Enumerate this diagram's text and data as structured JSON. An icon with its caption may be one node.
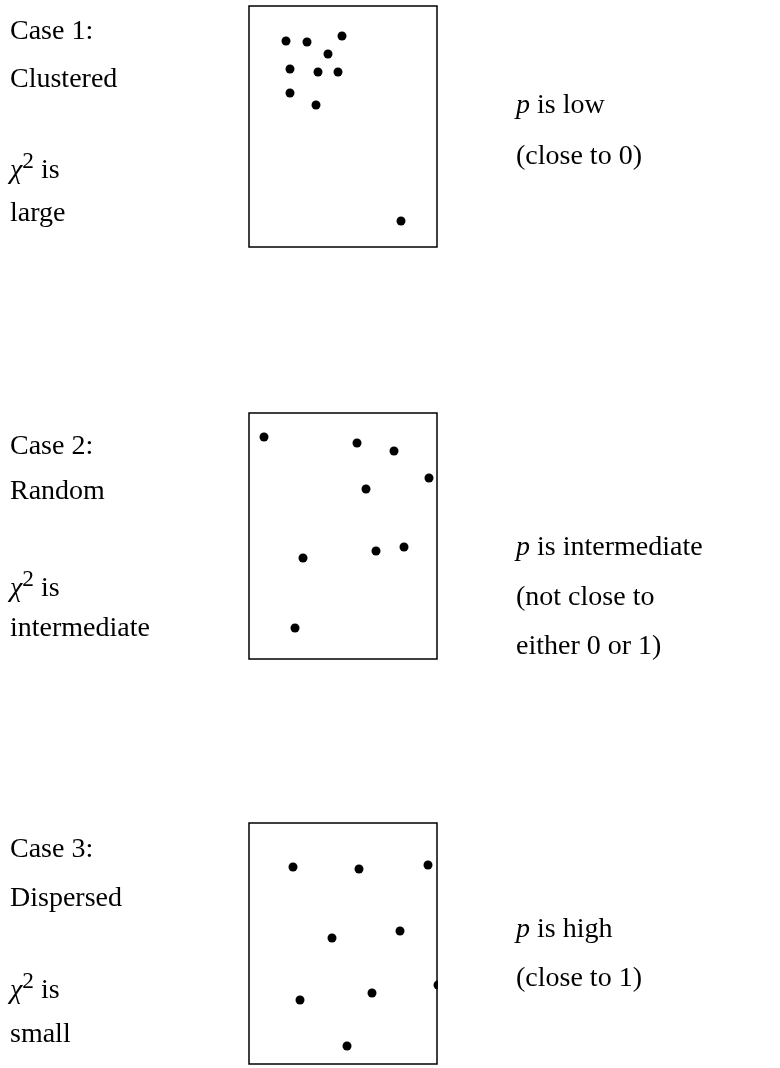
{
  "diagram": {
    "labels": [
      "Case 1:",
      "Clustered",
      "*p* is low",
      "(close to 0)",
      "*χ*$^{2}$ is",
      "large",
      "Case 2:",
      "Random",
      "*p* is intermediate",
      "*χ*$^{2}$ is",
      "(not close to",
      "intermediate",
      "either 0 or 1)",
      "Case 3:",
      "Dispersed",
      "*p* is high",
      "*χ*$^{2}$ is",
      "(close to 1)",
      "small"
    ]
  }
}
